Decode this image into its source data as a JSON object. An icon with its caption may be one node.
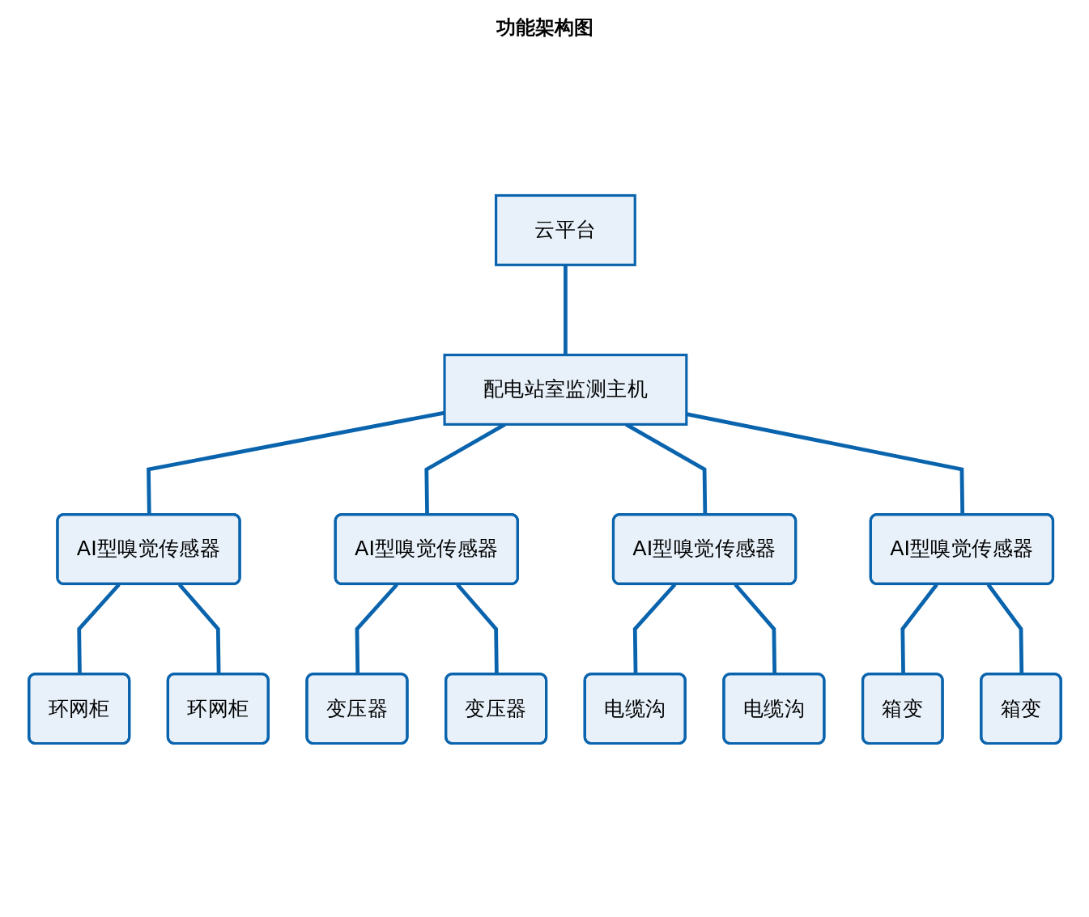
{
  "diagram": {
    "title": "功能架构图",
    "nodes": [
      {
        "text": [
          "云平台"
        ]
      },
      {
        "text": [
          "配电站室监测主机"
        ]
      },
      {
        "text": [
          "AI型嗅觉传感器"
        ]
      },
      {
        "text": [
          "AI型嗅觉传感器"
        ]
      },
      {
        "text": [
          "AI型嗅觉传感器"
        ]
      },
      {
        "text": [
          "AI型嗅觉传感器"
        ]
      },
      {
        "text": [
          "环网柜"
        ]
      },
      {
        "text": [
          "环网柜"
        ]
      },
      {
        "text": [
          "变压器"
        ]
      },
      {
        "text": [
          "变压器"
        ]
      },
      {
        "text": [
          "电缆沟"
        ]
      },
      {
        "text": [
          "电缆沟"
        ]
      },
      {
        "text": [
          "箱变"
        ]
      },
      {
        "text": [
          "箱变"
        ]
      }
    ],
    "edges": [
      {
        "from": 0,
        "to": 1,
        "arrow": "none"
      },
      {
        "from": 1,
        "to": 2,
        "arrow": "none"
      },
      {
        "from": 1,
        "to": 3,
        "arrow": "none"
      },
      {
        "from": 1,
        "to": 4,
        "arrow": "none"
      },
      {
        "from": 1,
        "to": 5,
        "arrow": "none"
      },
      {
        "from": 2,
        "to": 6,
        "arrow": "none"
      },
      {
        "from": 2,
        "to": 7,
        "arrow": "none"
      },
      {
        "from": 3,
        "to": 8,
        "arrow": "none"
      },
      {
        "from": 3,
        "to": 9,
        "arrow": "none"
      },
      {
        "from": 4,
        "to": 10,
        "arrow": "none"
      },
      {
        "from": 4,
        "to": 11,
        "arrow": "none"
      },
      {
        "from": 5,
        "to": 12,
        "arrow": "none"
      },
      {
        "from": 5,
        "to": 13,
        "arrow": "none"
      }
    ]
  }
}
